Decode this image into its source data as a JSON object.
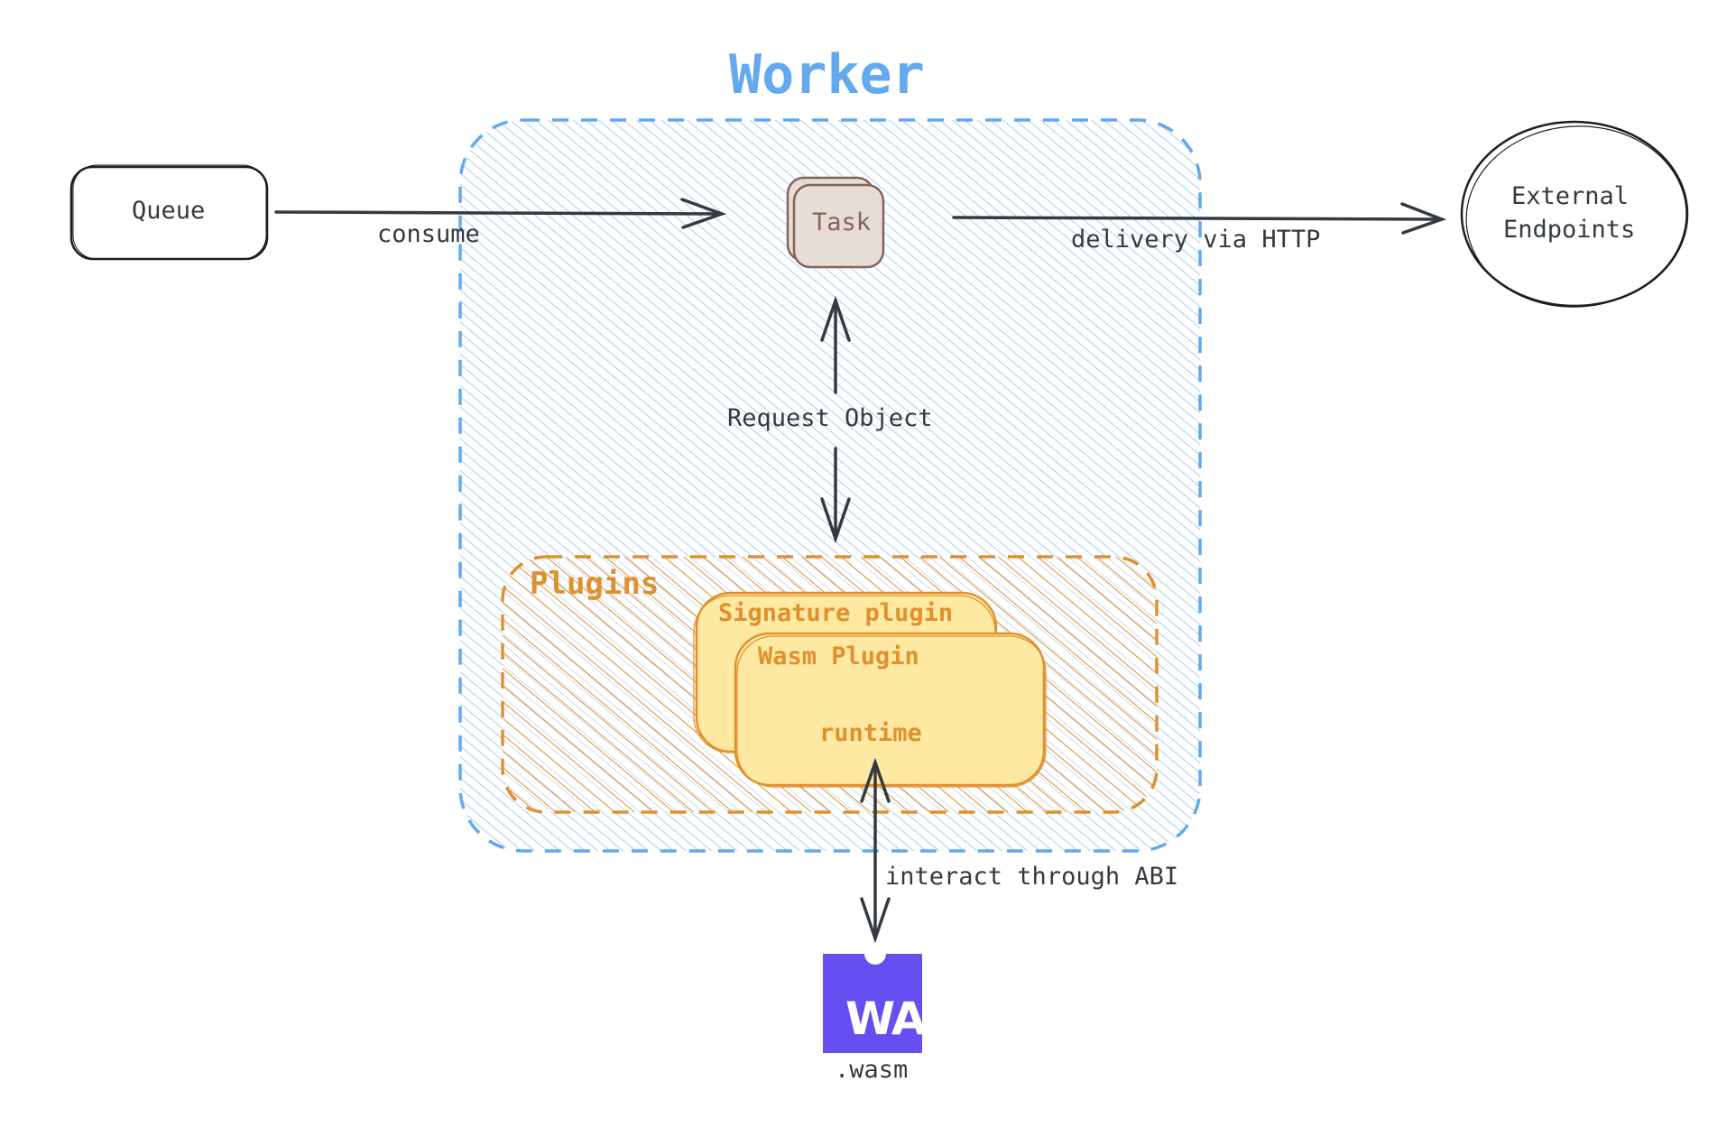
{
  "diagram": {
    "title": "Worker",
    "nodes": {
      "queue": {
        "label": "Queue"
      },
      "task": {
        "label": "Task"
      },
      "external": {
        "label_line1": "External",
        "label_line2": "Endpoints"
      },
      "plugins_group": {
        "label": "Plugins"
      },
      "signature_plugin": {
        "label": "Signature plugin"
      },
      "wasm_plugin": {
        "label": "Wasm Plugin",
        "sub_label": "runtime"
      },
      "wasm_file": {
        "logo_text": "WA",
        "label": ".wasm"
      }
    },
    "edges": {
      "consume": {
        "label": "consume",
        "from": "Queue",
        "to": "Task"
      },
      "delivery": {
        "label": "delivery via HTTP",
        "from": "Task",
        "to": "External Endpoints"
      },
      "request_object": {
        "label": "Request Object",
        "from": "Task",
        "to": "Plugins",
        "bidirectional": true
      },
      "abi": {
        "label": "interact through ABI",
        "from": "Wasm Plugin runtime",
        "to": ".wasm",
        "bidirectional": true
      }
    },
    "colors": {
      "worker_stroke": "#64a9ee",
      "worker_hatch": "#a5d0f5",
      "plugins_stroke": "#e0902e",
      "plugin_fill": "#fde9a1",
      "task_fill": "#e6ddd6",
      "task_stroke": "#846358",
      "ink": "#343a40",
      "wasm_brand": "#654ff0"
    }
  }
}
